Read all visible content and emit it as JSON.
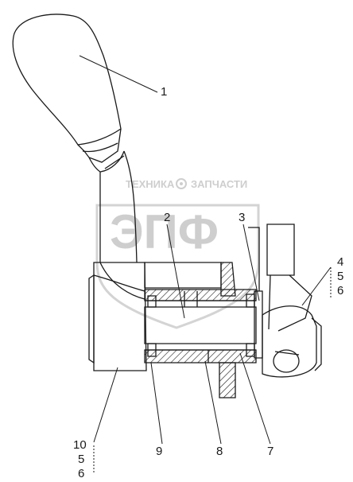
{
  "watermark": {
    "brand_left": "ТЕХНИКА",
    "brand_right": "ЗАПЧАСТИ",
    "logo": "ЭПФ",
    "gear_icon": "gear-icon"
  },
  "callouts": {
    "c1": "1",
    "c2": "2",
    "c3": "3",
    "c4": "4",
    "c5": "5",
    "c6": "6",
    "c7": "7",
    "c8": "8",
    "c9": "9",
    "c10": "10",
    "c10_5": "5",
    "c10_6": "6"
  },
  "colors": {
    "line": "#1a1a1a",
    "watermark": "#c9c9c9",
    "background": "#ffffff"
  }
}
